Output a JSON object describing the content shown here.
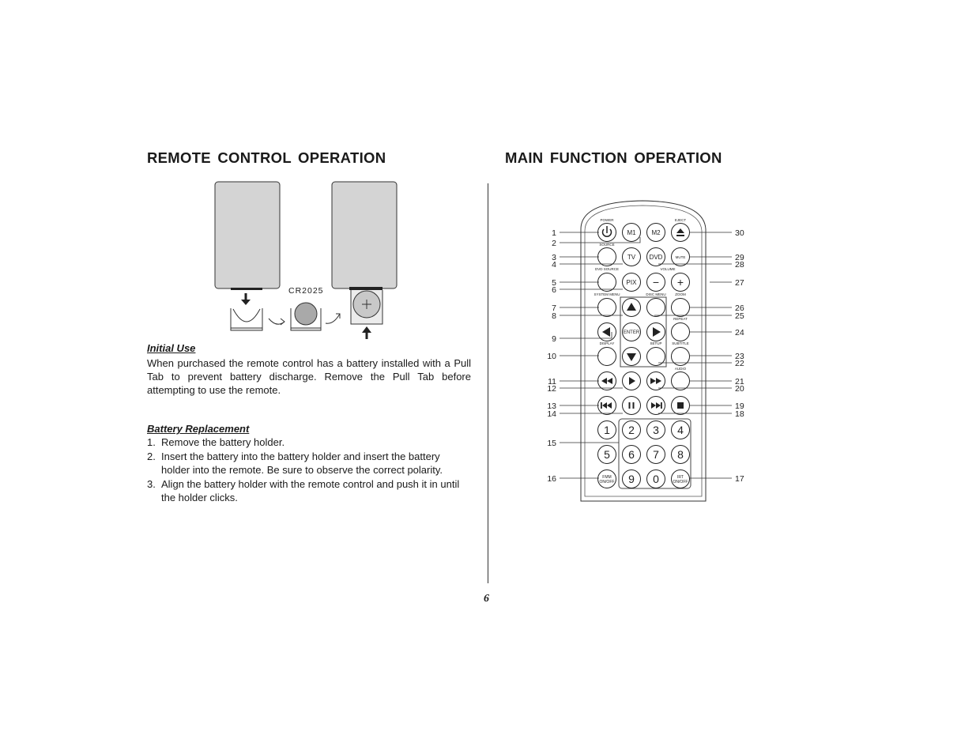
{
  "left": {
    "heading": "REMOTE  CONTROL  OPERATION",
    "battery_label": "CR2025",
    "initial_use": {
      "title": "Initial Use",
      "text": "When purchased the remote control has a battery installed with a Pull Tab to prevent battery discharge. Remove the Pull Tab before attempting to use the remote."
    },
    "battery_replacement": {
      "title": "Battery Replacement",
      "steps": [
        {
          "num": "1.",
          "text": "Remove the battery holder."
        },
        {
          "num": "2.",
          "text": "Insert the battery into the battery holder and insert the battery holder into the remote. Be sure to observe the correct polarity."
        },
        {
          "num": "3.",
          "text": "Align the battery holder with the remote control and push it in until the holder clicks."
        }
      ]
    }
  },
  "right": {
    "heading": "MAIN  FUNCTION  OPERATION",
    "remote": {
      "section_labels": [
        "POWER",
        "EJECT",
        "SOURCE",
        "DVD SOURCE",
        "VOLUME",
        "SYSTEM MENU",
        "DISC MENU",
        "ZOOM",
        "REPEAT",
        "DISPLAY",
        "SETUP",
        "SUBTITLE",
        "AUDIO"
      ],
      "button_labels": {
        "m1": "M1",
        "m2": "M2",
        "tv": "TV",
        "dvd": "DVD",
        "mute": "MUTE",
        "pix": "PIX",
        "minus": "−",
        "plus": "+",
        "enter": "ENTER",
        "fmm": "FMM\nON/OFF",
        "irt": "IRT\nON/OFF",
        "digits": [
          "1",
          "2",
          "3",
          "4",
          "5",
          "6",
          "7",
          "8",
          "9",
          "0"
        ]
      },
      "callouts_left": [
        "1",
        "2",
        "3",
        "4",
        "5",
        "6",
        "7",
        "8",
        "9",
        "10",
        "11",
        "12",
        "13",
        "14",
        "15",
        "16"
      ],
      "callouts_right": [
        "30",
        "29",
        "28",
        "27",
        "26",
        "25",
        "24",
        "23",
        "22",
        "21",
        "20",
        "19",
        "18",
        "17"
      ]
    }
  },
  "page_number": "6"
}
